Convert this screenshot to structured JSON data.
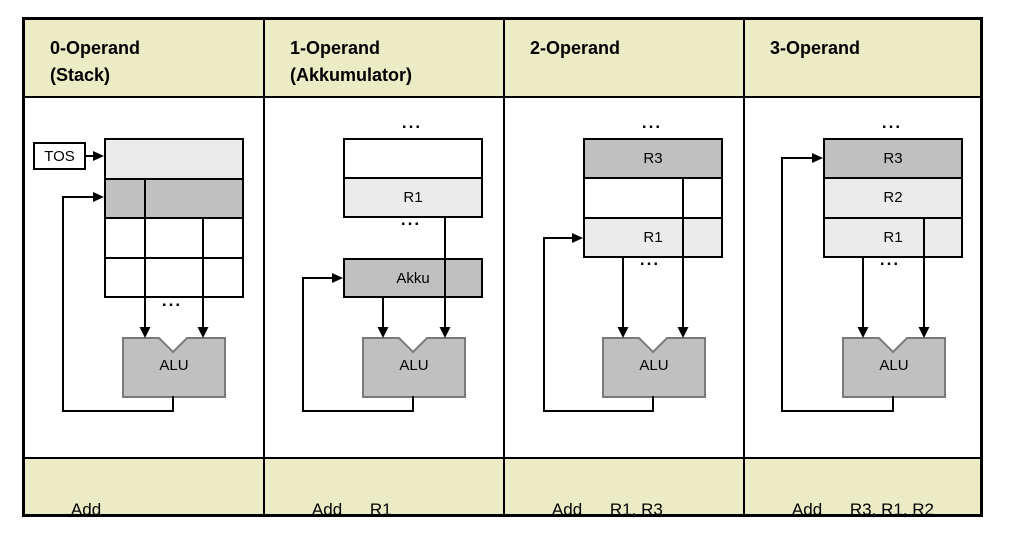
{
  "colors": {
    "band_bg": "#ebebc6",
    "cell_white": "#ffffff",
    "cell_light": "#ebebeb",
    "cell_dark": "#c0c0c0",
    "alu_fill": "#c0c0c0",
    "alu_border": "#7a7a7a",
    "line": "#000000"
  },
  "columns": [
    {
      "header_line1": "0-Operand",
      "header_line2": "(Stack)",
      "tos_label": "TOS",
      "cells": [
        "",
        "",
        "",
        ""
      ],
      "dots_bottom": "...",
      "alu_label": "ALU",
      "instruction_op": "Add",
      "instruction_args": ""
    },
    {
      "header_line1": "1-Operand",
      "header_line2": "(Akkumulator)",
      "dots_top": "...",
      "cells": [
        "",
        "R1"
      ],
      "dots_mid": "...",
      "akku_label": "Akku",
      "alu_label": "ALU",
      "instruction_op": "Add",
      "instruction_args": "R1"
    },
    {
      "header_line1": "2-Operand",
      "dots_top": "...",
      "cells": [
        "R3",
        "",
        "R1"
      ],
      "dots_bottom": "...",
      "alu_label": "ALU",
      "instruction_op": "Add",
      "instruction_args": "R1, R3"
    },
    {
      "header_line1": "3-Operand",
      "dots_top": "...",
      "cells": [
        "R3",
        "R2",
        "R1"
      ],
      "dots_bottom": "...",
      "alu_label": "ALU",
      "instruction_op": "Add",
      "instruction_args": "R3, R1, R2"
    }
  ]
}
